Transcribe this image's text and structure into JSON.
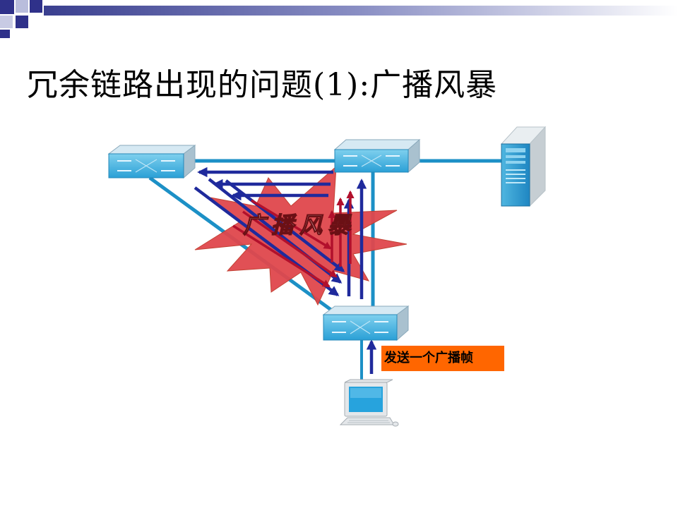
{
  "slide": {
    "title": "冗余链路出现的问题(1):广播风暴",
    "storm_label": "广播风暴",
    "caption": "发送一个广播帧"
  },
  "icons": {
    "top_left_switch": "switch-icon",
    "top_right_switch": "switch-icon",
    "bottom_switch": "switch-icon",
    "server": "server-tower-icon",
    "pc": "desktop-computer-icon",
    "storm": "starburst-icon"
  },
  "colors": {
    "accent_blue": "#1f2a9c",
    "link_blue": "#1c90c6",
    "storm_red": "#e0474c",
    "frame_arrow_red": "#b2102c",
    "caption_bg": "#ff6600"
  }
}
